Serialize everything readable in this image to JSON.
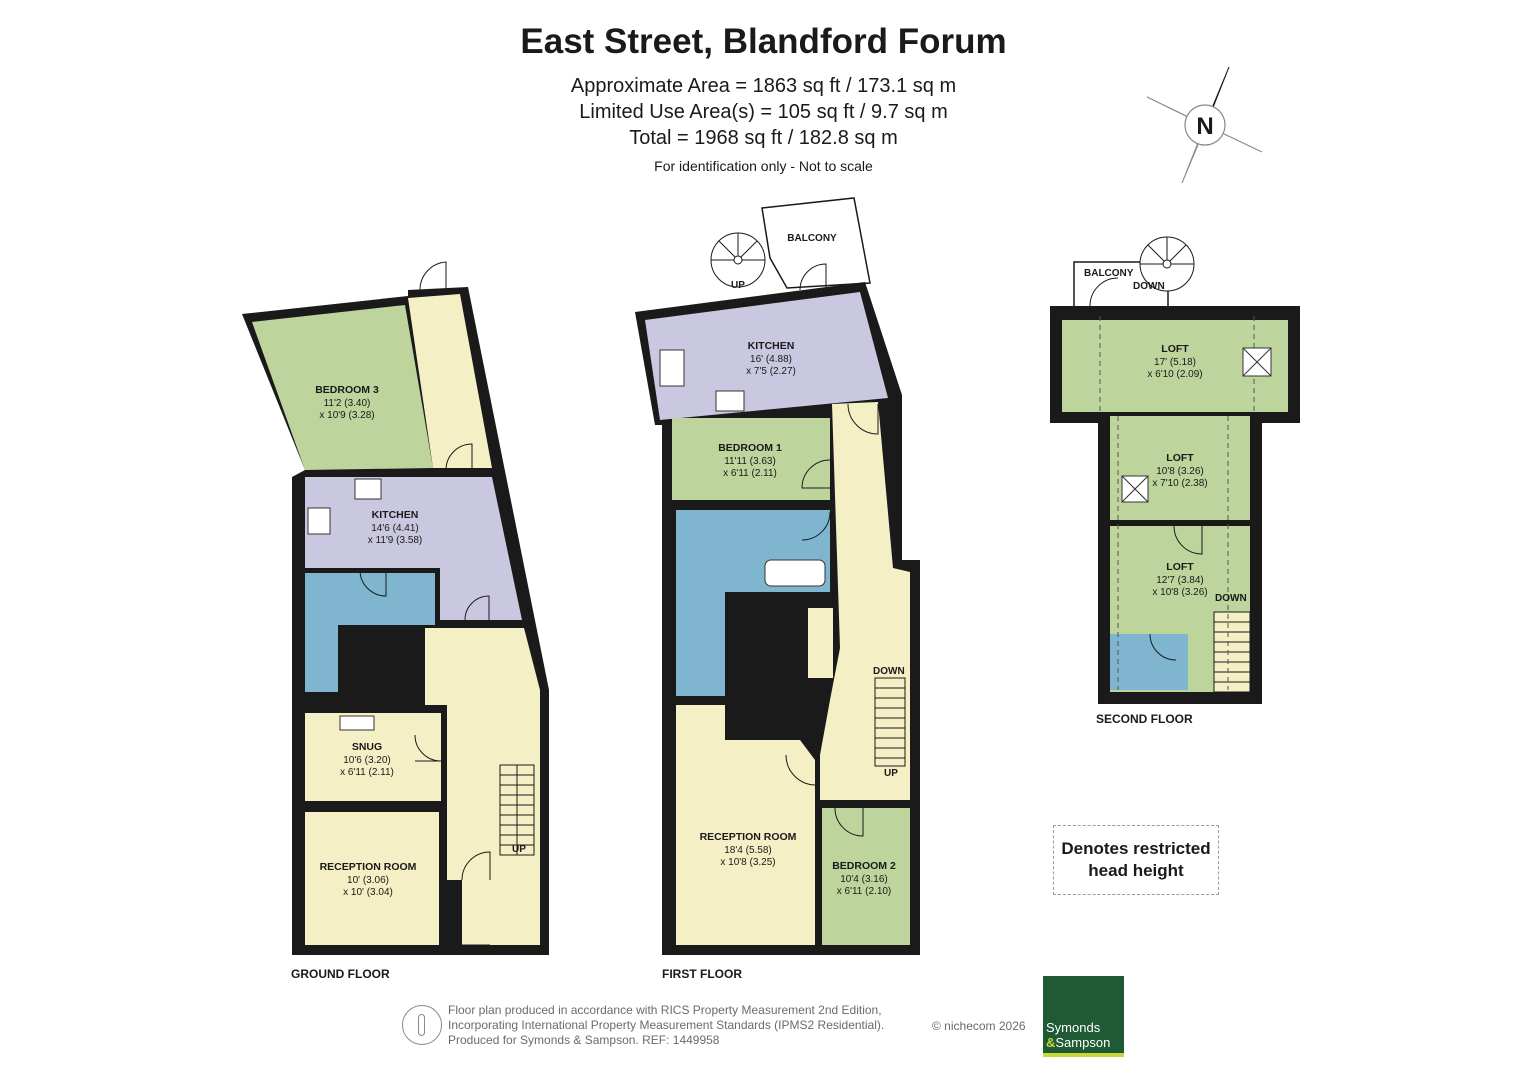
{
  "header": {
    "title": "East Street, Blandford Forum",
    "area_approx": "Approximate Area = 1863 sq ft / 173.1 sq m",
    "area_limited": "Limited Use Area(s) = 105 sq ft / 9.7 sq m",
    "area_total": "Total = 1968 sq ft / 182.8 sq m",
    "note": "For identification only - Not to scale"
  },
  "compass": {
    "label": "N"
  },
  "colors": {
    "wall": "#1a1a1a",
    "bedroom": "#bdd49c",
    "kitchen": "#c9c8e0",
    "reception": "#f5efc6",
    "bathroom": "#7fb5cf",
    "loft": "#bdd49c",
    "logo": "#1f5a35"
  },
  "ground_floor": {
    "label": "GROUND FLOOR",
    "bedroom3": {
      "name": "BEDROOM 3",
      "dim1": "11'2 (3.40)",
      "dim2": "x 10'9 (3.28)"
    },
    "kitchen": {
      "name": "KITCHEN",
      "dim1": "14'6 (4.41)",
      "dim2": "x 11'9 (3.58)"
    },
    "snug": {
      "name": "SNUG",
      "dim1": "10'6 (3.20)",
      "dim2": "x 6'11 (2.11)"
    },
    "reception": {
      "name": "RECEPTION ROOM",
      "dim1": "10' (3.06)",
      "dim2": "x 10' (3.04)"
    },
    "stair": "UP"
  },
  "first_floor": {
    "label": "FIRST FLOOR",
    "balcony": "BALCONY",
    "stair_up": "UP",
    "kitchen": {
      "name": "KITCHEN",
      "dim1": "16' (4.88)",
      "dim2": "x 7'5 (2.27)"
    },
    "bedroom1": {
      "name": "BEDROOM 1",
      "dim1": "11'11 (3.63)",
      "dim2": "x 6'11 (2.11)"
    },
    "reception": {
      "name": "RECEPTION ROOM",
      "dim1": "18'4 (5.58)",
      "dim2": "x 10'8 (3.25)"
    },
    "bedroom2": {
      "name": "BEDROOM 2",
      "dim1": "10'4 (3.16)",
      "dim2": "x 6'11 (2.10)"
    },
    "stair_down": "DOWN",
    "stair_up2": "UP"
  },
  "second_floor": {
    "label": "SECOND FLOOR",
    "balcony": "BALCONY",
    "down_top": "DOWN",
    "loft1": {
      "name": "LOFT",
      "dim1": "17' (5.18)",
      "dim2": "x 6'10 (2.09)"
    },
    "loft2": {
      "name": "LOFT",
      "dim1": "10'8 (3.26)",
      "dim2": "x 7'10 (2.38)"
    },
    "loft3": {
      "name": "LOFT",
      "dim1": "12'7 (3.84)",
      "dim2": "x 10'8 (3.26)"
    },
    "down_stair": "DOWN"
  },
  "legend": {
    "line1": "Denotes restricted",
    "line2": "head height"
  },
  "footer": {
    "line1": "Floor plan produced in accordance with RICS Property Measurement 2nd Edition,",
    "line2": "Incorporating International Property Measurement Standards (IPMS2 Residential).",
    "line3": "Produced for Symonds & Sampson.   REF:  1449958",
    "copyright": "© nichecom 2026",
    "logo_line1": "Symonds",
    "logo_amp": "&",
    "logo_line2": "Sampson"
  }
}
